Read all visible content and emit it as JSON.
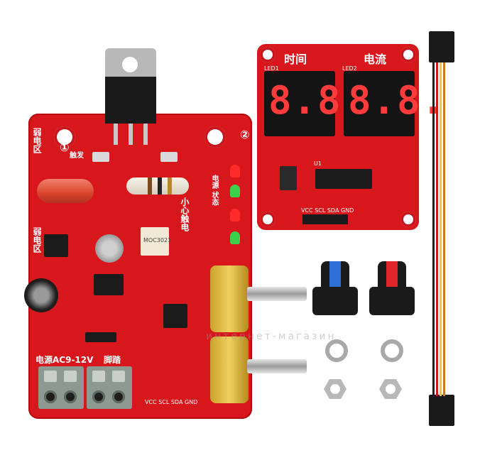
{
  "mainboard": {
    "labels": {
      "weak_zone_top": "弱电区",
      "weak_zone_mid": "弱电区",
      "trigger": "触发",
      "trigger_sub": "脚踏",
      "caution": "小心触电",
      "power_status": "电源 状态",
      "power_supply": "电源AC9-12V",
      "foot_pedal": "脚踏",
      "opto": "MOC3021",
      "mark1": "①",
      "mark2": "②",
      "pins_bottom": "VCC SCL SDA GND"
    },
    "leds": [
      "red",
      "green",
      "red",
      "green"
    ]
  },
  "display": {
    "title_left": "时间",
    "title_right": "电流",
    "led1": "LED1",
    "led2": "LED2",
    "digits_left": "8.8.",
    "digits_right": "8.8.",
    "pins": "VCC SCL SDA GND",
    "chip_label": "U1"
  },
  "watermark": "интернет-магазин",
  "colors": {
    "pcb": "#d8171c",
    "digit": "#ff3b3b",
    "knob_blue": "#2f6fd8",
    "knob_red": "#e0262b"
  }
}
